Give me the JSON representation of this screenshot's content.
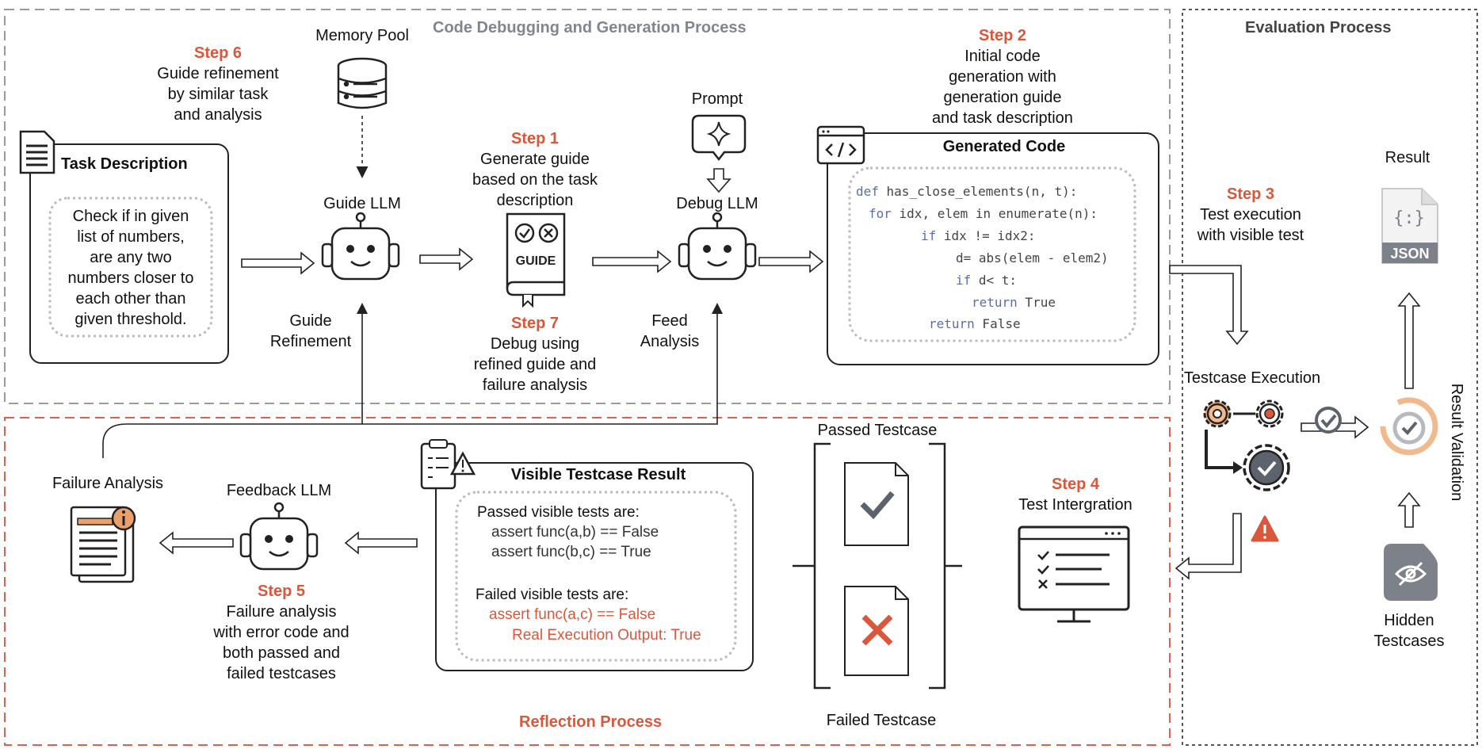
{
  "sections": {
    "code_debug": "Code Debugging and Generation Process",
    "evaluation": "Evaluation Process",
    "reflection": "Reflection Process",
    "result_validation": "Result Validation"
  },
  "task": {
    "title": "Task Description",
    "text": [
      "Check if in given",
      "list of numbers,",
      "are any two",
      "numbers closer to",
      "each other than",
      "given threshold."
    ]
  },
  "memory_pool": "Memory Pool",
  "guide_llm": "Guide LLM",
  "debug_llm": "Debug LLM",
  "feedback_llm": "Feedback LLM",
  "prompt": "Prompt",
  "guide_doc": "GUIDE",
  "guide_refinement": [
    "Guide",
    "Refinement"
  ],
  "feed_analysis": [
    "Feed",
    "Analysis"
  ],
  "failure_analysis": "Failure Analysis",
  "steps": {
    "s1": {
      "label": "Step 1",
      "text": [
        "Generate guide",
        "based on the task",
        "description"
      ]
    },
    "s2": {
      "label": "Step 2",
      "text": [
        "Initial code",
        "generation with",
        "generation guide",
        "and task description"
      ]
    },
    "s3": {
      "label": "Step 3",
      "text": [
        "Test execution",
        "with visible test"
      ]
    },
    "s4": {
      "label": "Step 4",
      "text": [
        "Test Intergration"
      ]
    },
    "s5": {
      "label": "Step 5",
      "text": [
        "Failure analysis",
        "with error code and",
        "both passed and",
        "failed testcases"
      ]
    },
    "s6": {
      "label": "Step 6",
      "text": [
        "Guide refinement",
        "by similar task",
        "and analysis"
      ]
    },
    "s7": {
      "label": "Step 7",
      "text": [
        "Debug using",
        "refined guide and",
        "failure analysis"
      ]
    }
  },
  "code": {
    "title": "Generated Code",
    "lines": [
      {
        "kw": "def",
        "rest": " has_close_elements(n, t):"
      },
      {
        "kw": "for",
        "rest": " idx, elem in enumerate(n):"
      },
      {
        "kw": "if",
        "rest": " idx != idx2:"
      },
      {
        "kw": "",
        "rest": "d= abs(elem - elem2)"
      },
      {
        "kw": "if",
        "rest": " d< t:"
      },
      {
        "kw": "return",
        "rest": " True"
      },
      {
        "kw": "return",
        "rest": " False"
      }
    ]
  },
  "visible": {
    "title": "Visible Testcase Result",
    "passed_header": "Passed visible tests are:",
    "passed": [
      "assert func(a,b) == False",
      "assert func(b,c) == True"
    ],
    "failed_header": "Failed visible tests are:",
    "failed": [
      "assert func(a,c) == False",
      "Real Execution Output: True"
    ]
  },
  "passed_testcase": "Passed Testcase",
  "failed_testcase": "Failed Testcase",
  "testcase_execution": "Testcase Execution",
  "result": "Result",
  "json_label": "JSON",
  "json_glyph": "{:}",
  "hidden": [
    "Hidden",
    "Testcases"
  ],
  "colors": {
    "accent": "#d9583b",
    "dash_gray": "#999999",
    "dash_red": "#e0604a",
    "code_kw": "#5b6ea8",
    "dark": "#222222",
    "check_gray": "#5c636d",
    "json_gray": "#7d828a"
  }
}
